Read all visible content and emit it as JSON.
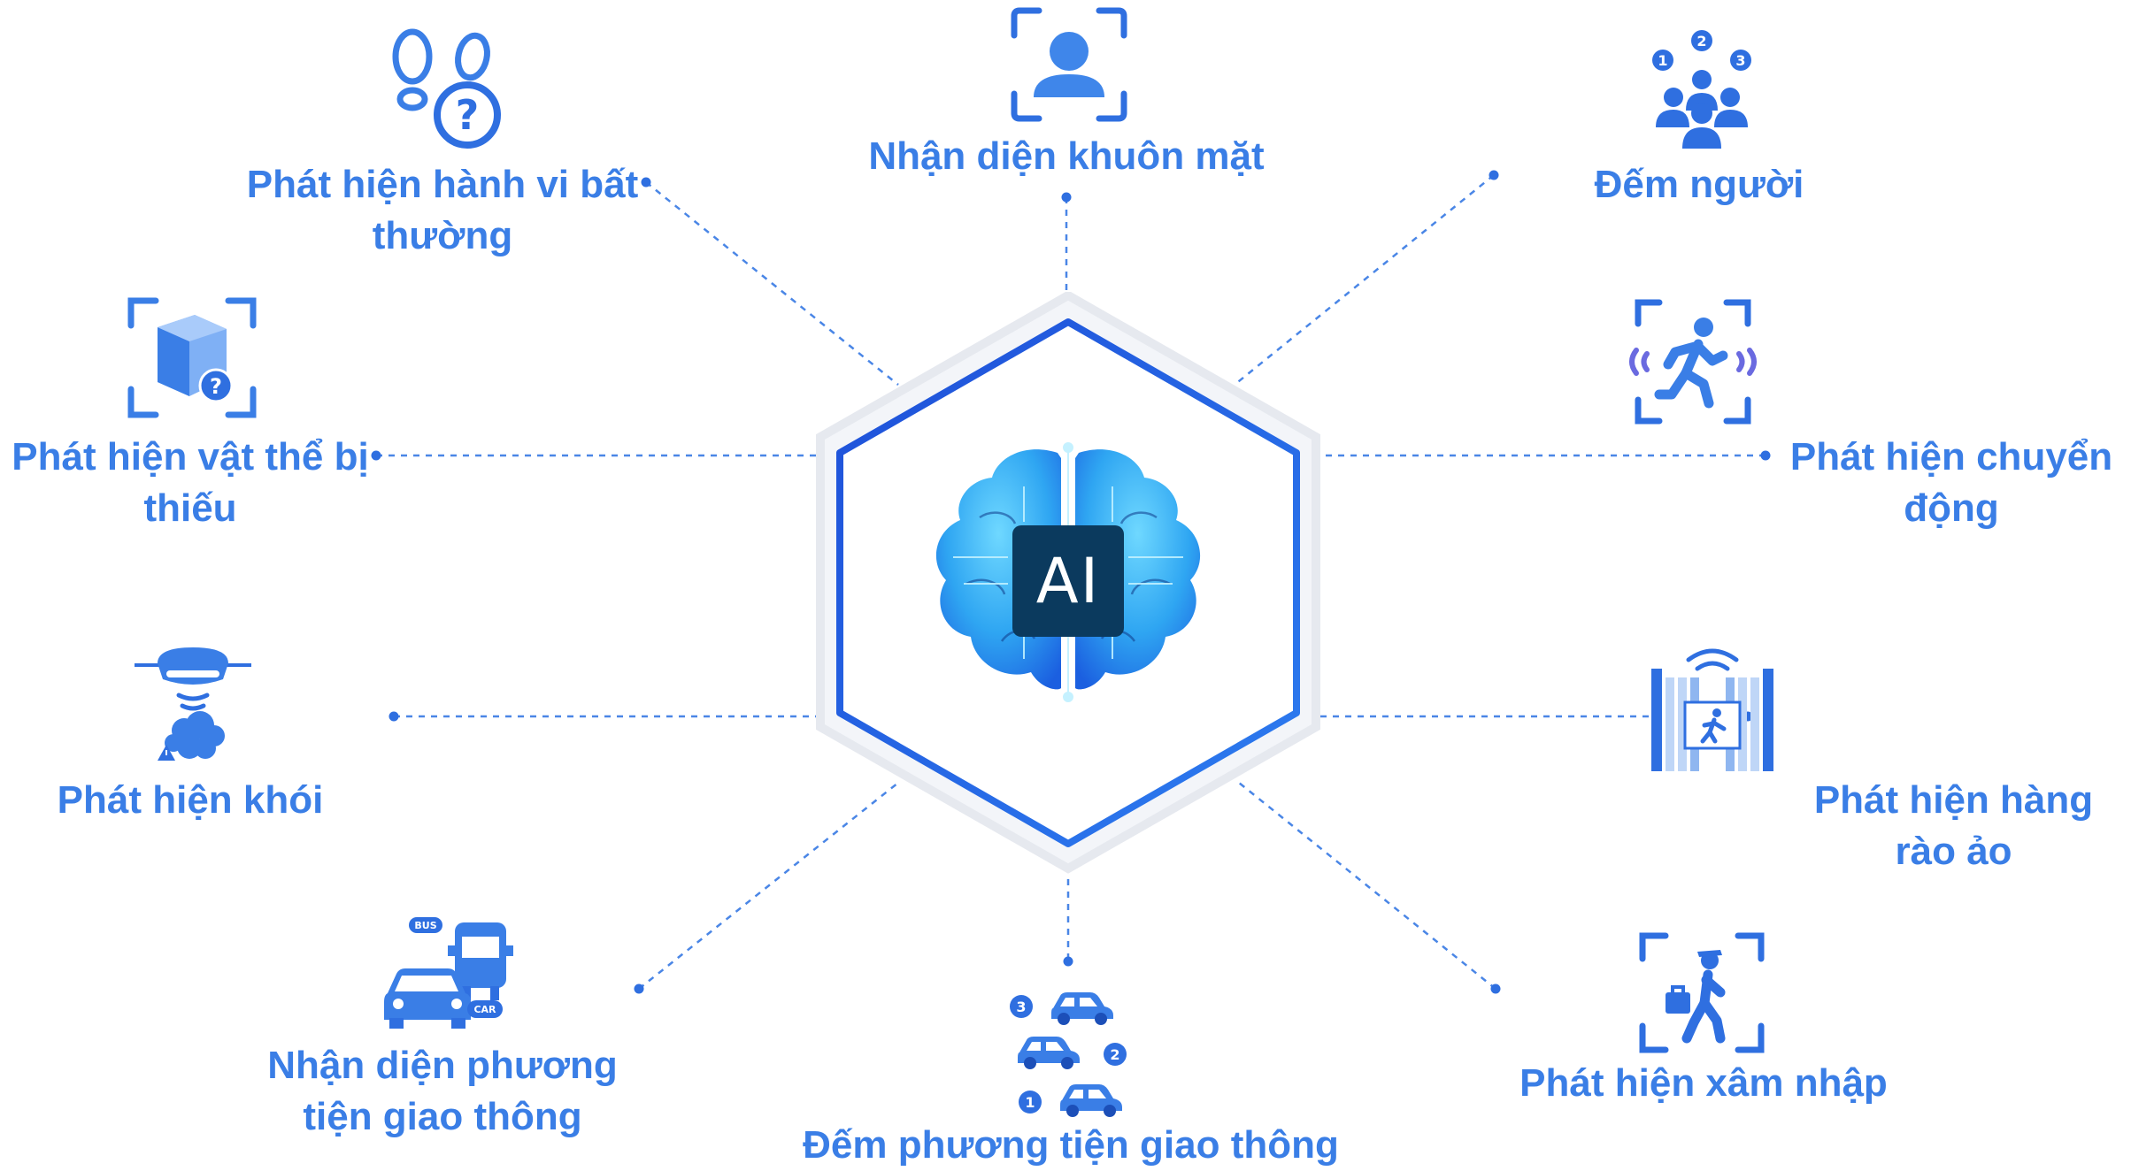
{
  "center": {
    "text": "AI"
  },
  "features": [
    {
      "key": "face",
      "label": "Nhận diện khuôn mặt",
      "icon": "face-recognition-icon"
    },
    {
      "key": "people",
      "label": "Đếm người",
      "icon": "people-count-icon",
      "badges": [
        "1",
        "2",
        "3"
      ]
    },
    {
      "key": "motion",
      "label": "Phát hiện chuyển động",
      "icon": "motion-detection-icon"
    },
    {
      "key": "fence",
      "label": "Phát hiện hàng rào ảo",
      "icon": "virtual-fence-icon"
    },
    {
      "key": "intrusion",
      "label": "Phát hiện xâm nhập",
      "icon": "intrusion-icon"
    },
    {
      "key": "vehcount",
      "label": "Đếm phương tiện giao thông",
      "icon": "vehicle-count-icon",
      "badges": [
        "3",
        "2",
        "1"
      ]
    },
    {
      "key": "vehicle",
      "label": "Nhận diện phương tiện giao thông",
      "icon": "vehicle-recognition-icon",
      "tags": [
        "BUS",
        "CAR"
      ]
    },
    {
      "key": "smoke",
      "label": "Phát hiện khói",
      "icon": "smoke-detector-icon"
    },
    {
      "key": "missing",
      "label": "Phát hiện vật thể bị thiếu",
      "icon": "missing-object-icon"
    },
    {
      "key": "behavior",
      "label": "Phát hiện hành vi bất thường",
      "icon": "abnormal-behavior-icon"
    }
  ],
  "colors": {
    "accent": "#2f6fe0",
    "label": "#3a7ee6",
    "dark": "#0b3a5e",
    "brain": "#38b8f0"
  }
}
